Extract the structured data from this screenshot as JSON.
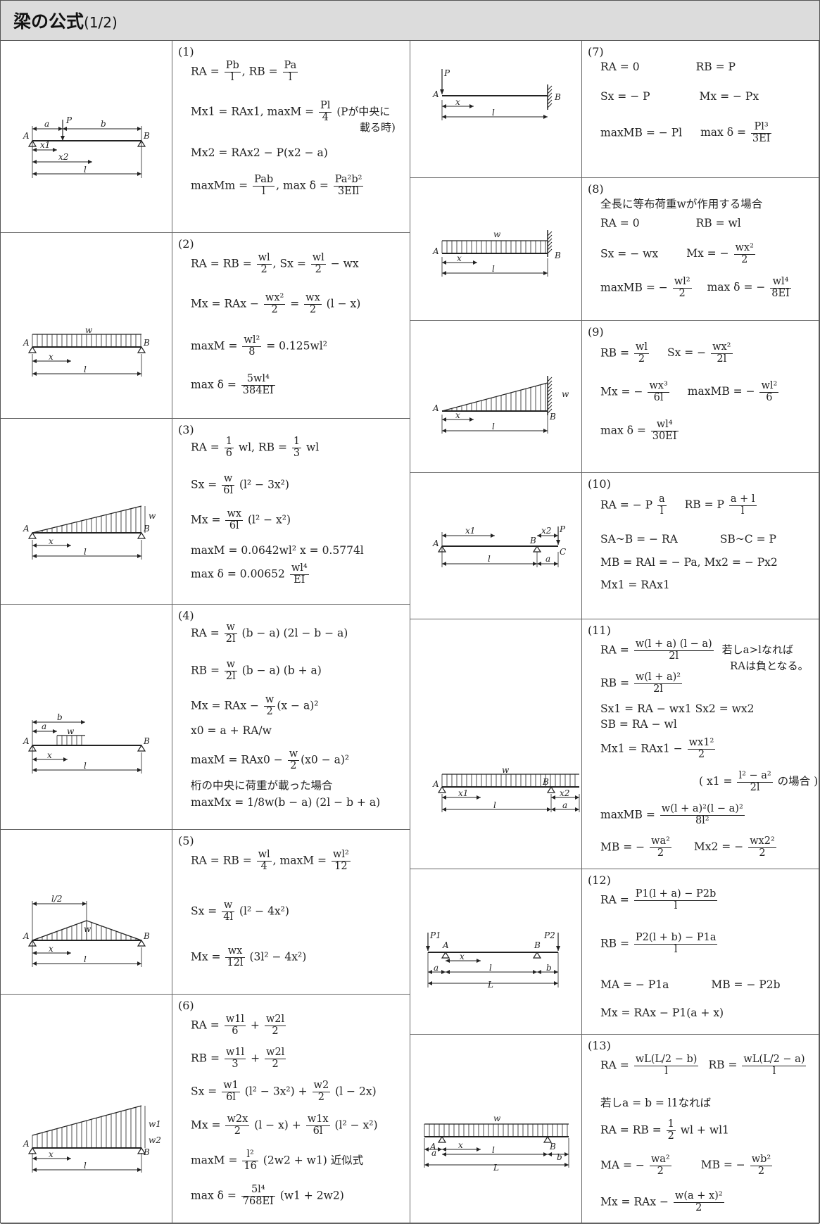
{
  "title": {
    "main": "梁の公式",
    "sub": "(1/2)"
  },
  "labels": {
    "A": "A",
    "B": "B",
    "C": "C",
    "P": "P",
    "P1": "P1",
    "P2": "P2",
    "a": "a",
    "b": "b",
    "l": "l",
    "L": "L",
    "x": "x",
    "x1": "x1",
    "x2": "x2",
    "w": "w",
    "w1": "w1",
    "w2": "w2",
    "l2": "l/2"
  },
  "cases": [
    {
      "n": "(1)",
      "l1a": "RA = ",
      "l1b": ", RB = ",
      "m1": "Mx1 = RAx1,  maxM = ",
      "note1": "(Pが中央に",
      "note2": "載る時)",
      "m2": "Mx2 = RAx2 − P(x2 − a)",
      "m3": "maxMm = ",
      "m3b": ",  max δ = "
    },
    {
      "n": "(2)",
      "l1a": "RA = RB = ",
      "l1b": ",  Sx = ",
      "l1c": " − wx",
      "m1a": "Mx = RAx − ",
      "m1b": " = ",
      "m1c": " (l − x)",
      "m2a": "maxM = ",
      "m2b": " = 0.125wl²",
      "m3a": "max δ = "
    },
    {
      "n": "(3)",
      "l1a": "RA = ",
      "l1b": " wl,  RB = ",
      "l1c": " wl",
      "m1a": "Sx = ",
      "m1b": " (l² − 3x²)",
      "m2a": "Mx = ",
      "m2b": " (l² − x²)",
      "m3": "maxM = 0.0642wl²    x = 0.5774l",
      "m4a": "max δ = 0.00652 "
    },
    {
      "n": "(4)",
      "l1a": "RA = ",
      "l1b": " (b − a) (2l − b − a)",
      "l2a": "RB = ",
      "l2b": " (b − a) (b + a)",
      "l3a": "Mx = RAx − ",
      "l3b": "(x − a)²",
      "l4": "x0 = a + RA/w",
      "l5a": "maxM = RAx0 − ",
      "l5b": "(x0 − a)²",
      "l6": "桁の中央に荷重が載った場合",
      "l7": "maxMx = 1/8w(b − a) (2l − b + a)"
    },
    {
      "n": "(5)",
      "l1a": "RA = RB = ",
      "l1b": ",  maxM = ",
      "l2a": "Sx = ",
      "l2b": " (l² − 4x²)",
      "l3a": "Mx = ",
      "l3b": " (3l² − 4x²)"
    },
    {
      "n": "(6)",
      "l1a": "RA = ",
      "l1b": " + ",
      "l2a": "RB = ",
      "l2b": " + ",
      "l3a": "Sx = ",
      "l3b": " (l² − 3x²) + ",
      "l3c": " (l − 2x)",
      "l4a": "Mx = ",
      "l4b": " (l − x) + ",
      "l4c": " (l² − x²)",
      "l5a": "maxM = ",
      "l5b": " (2w2 + w1) 近似式",
      "l6a": "max δ = ",
      "l6b": " (w1 + 2w2)"
    },
    {
      "n": "(7)",
      "l1": "RA = 0",
      "l1b": "RB = P",
      "l2": "Sx = − P",
      "l2b": "Mx = − Px",
      "l3": "maxMB = − Pl",
      "l3b": "max δ = "
    },
    {
      "n": "(8)",
      "l0": "全長に等布荷重wが作用する場合",
      "l1": "RA = 0",
      "l1b": "RB = wl",
      "l2": "Sx = − wx",
      "l2b": "Mx = − ",
      "l3": "maxMB = − ",
      "l3b": "max δ = − "
    },
    {
      "n": "(9)",
      "l1a": "RB = ",
      "l1b": "Sx = − ",
      "l2a": "Mx = − ",
      "l2b": "maxMB = − ",
      "l3a": "max δ = "
    },
    {
      "n": "(10)",
      "l1a": "RA = − P ",
      "l1b": "RB = P ",
      "l2": "SA~B = − RA",
      "l2b": "SB~C = P",
      "l3": "MB = RAl = − Pa,  Mx2 = − Px2",
      "l4": "Mx1 = RAx1"
    },
    {
      "n": "(11)",
      "l1a": "RA = ",
      "l1b": "若しa>lなれば",
      "l1c": "RAは負となる。",
      "l2a": "RB = ",
      "l3": "Sx1 = RA − wx1     Sx2 = wx2",
      "l4": "SB = RA − wl",
      "l5a": "Mx1 = RAx1 − ",
      "l6a": "x1 = ",
      "l6b": " の場合",
      "l7a": "maxMB = ",
      "l8a": "MB = − ",
      "l8b": "Mx2 = − "
    },
    {
      "n": "(12)",
      "l1a": "RA = ",
      "l2a": "RB = ",
      "l3": "MA = − P1a",
      "l3b": "MB = − P2b",
      "l4": "Mx = RAx − P1(a + x)"
    },
    {
      "n": "(13)",
      "l1a": "RA = ",
      "l1b": "RB = ",
      "l2": "若しa = b = l1なれば",
      "l3a": "RA = RB = ",
      "l3b": " wl + wl1",
      "l4a": "MA = − ",
      "l4b": "MB = − ",
      "l5a": "Mx = RAx − "
    }
  ],
  "fr": {
    "Pb_l": [
      "Pb",
      "l"
    ],
    "Pa_l": [
      "Pa",
      "l"
    ],
    "Pl_4": [
      "Pl",
      "4"
    ],
    "Pab_l": [
      "Pab",
      "l"
    ],
    "Pa2b2": [
      "Pa²b²",
      "3EIl"
    ],
    "wl_2": [
      "wl",
      "2"
    ],
    "wx2_2": [
      "wx²",
      "2"
    ],
    "wx_2": [
      "wx",
      "2"
    ],
    "wl2_8": [
      "wl²",
      "8"
    ],
    "5wl4": [
      "5wl⁴",
      "384EI"
    ],
    "1_6": [
      "1",
      "6"
    ],
    "1_3": [
      "1",
      "3"
    ],
    "w_6l": [
      "w",
      "6l"
    ],
    "wx_6l": [
      "wx",
      "6l"
    ],
    "wl4_EI": [
      "wl⁴",
      "EI"
    ],
    "w_2l": [
      "w",
      "2l"
    ],
    "w_2": [
      "w",
      "2"
    ],
    "wl_4": [
      "wl",
      "4"
    ],
    "wl2_12": [
      "wl²",
      "12"
    ],
    "w_4l": [
      "w",
      "4l"
    ],
    "wx_12l": [
      "wx",
      "12l"
    ],
    "w1l_6": [
      "w1l",
      "6"
    ],
    "w2l_2": [
      "w2l",
      "2"
    ],
    "w1l_3": [
      "w1l",
      "3"
    ],
    "w1_6l": [
      "w1",
      "6l"
    ],
    "w2_2": [
      "w2",
      "2"
    ],
    "w2x_2": [
      "w2x",
      "2"
    ],
    "w1x_6l": [
      "w1x",
      "6l"
    ],
    "l2_16": [
      "l²",
      "16"
    ],
    "5l4": [
      "5l⁴",
      "768EI"
    ],
    "Pl3": [
      "Pl³",
      "3EI"
    ],
    "wl2_2": [
      "wl²",
      "2"
    ],
    "wl4_8": [
      "wl⁴",
      "8EI"
    ],
    "wx2_2l": [
      "wx²",
      "2l"
    ],
    "wx3_6l": [
      "wx³",
      "6l"
    ],
    "wl2_6": [
      "wl²",
      "6"
    ],
    "wl4_30": [
      "wl⁴",
      "30EI"
    ],
    "a_l": [
      "a",
      "l"
    ],
    "al_l": [
      "a + l",
      "l"
    ],
    "r11a": [
      "w(l + a) (l − a)",
      "2l"
    ],
    "r11b": [
      "w(l + a)²",
      "2l"
    ],
    "wx12_2": [
      "wx1²",
      "2"
    ],
    "x1f": [
      "l² − a²",
      "2l"
    ],
    "m11": [
      "w(l + a)²(l − a)²",
      "8l²"
    ],
    "wa2_2": [
      "wa²",
      "2"
    ],
    "wx22_2": [
      "wx2²",
      "2"
    ],
    "r12a": [
      "P1(l + a) − P2b",
      "l"
    ],
    "r12b": [
      "P2(l + b) − P1a",
      "l"
    ],
    "r13a": [
      "wL(L/2 − b)",
      "l"
    ],
    "r13b": [
      "wL(L/2 − a)",
      "l"
    ],
    "1_2": [
      "1",
      "2"
    ],
    "wb2_2": [
      "wb²",
      "2"
    ],
    "wax2": [
      "w(a + x)²",
      "2"
    ]
  }
}
